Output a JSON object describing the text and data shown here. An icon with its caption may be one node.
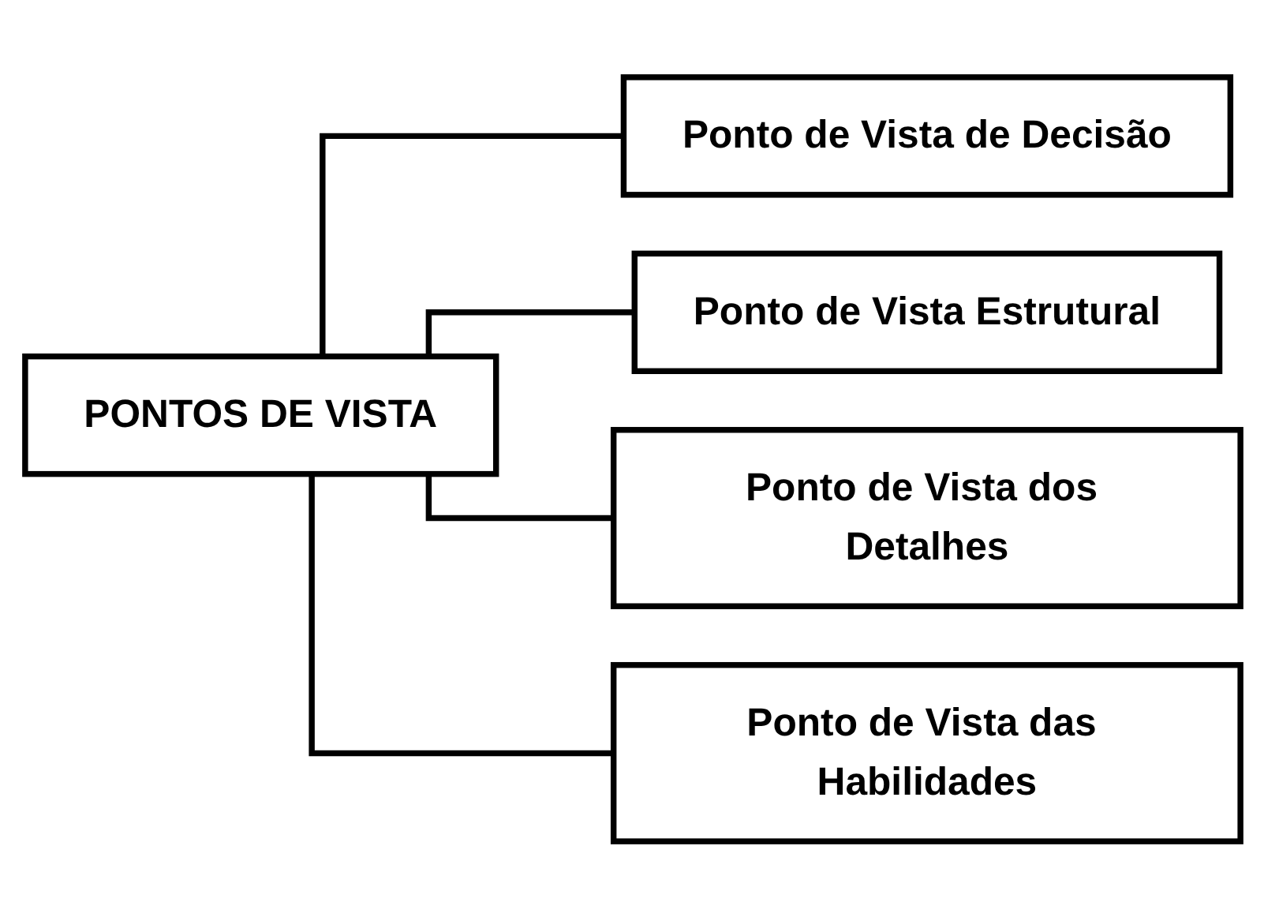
{
  "diagram": {
    "nodes": [
      {
        "text": [
          "PONTOS DE VISTA"
        ]
      },
      {
        "text": [
          "Ponto de Vista de Decisão"
        ]
      },
      {
        "text": [
          "Ponto de Vista Estrutural"
        ]
      },
      {
        "text": [
          "Ponto de Vista dos Detalhes"
        ]
      },
      {
        "text": [
          "Ponto de Vista das Habilidades"
        ]
      }
    ],
    "edges": [
      {
        "from": 0,
        "to": 1,
        "arrow": "none"
      },
      {
        "from": 0,
        "to": 2,
        "arrow": "none"
      },
      {
        "from": 0,
        "to": 3,
        "arrow": "none"
      },
      {
        "from": 0,
        "to": 4,
        "arrow": "none"
      }
    ]
  }
}
